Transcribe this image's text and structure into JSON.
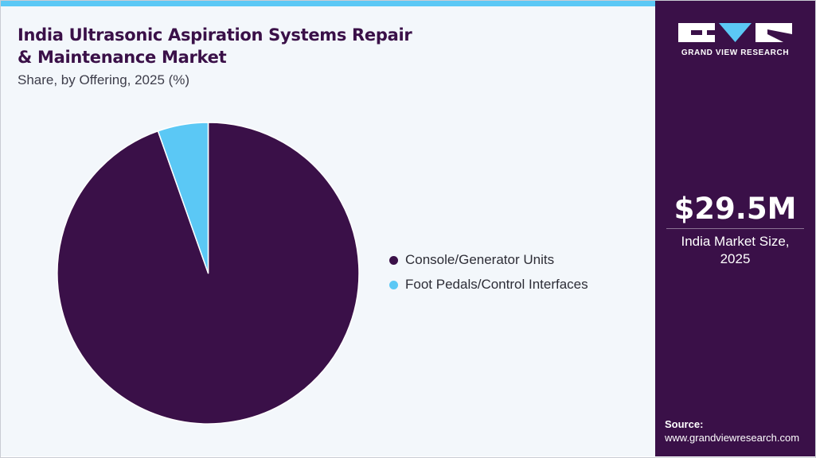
{
  "title_line1": "India Ultrasonic Aspiration Systems Repair",
  "title_line2": "& Maintenance Market",
  "subtitle": "Share, by Offering, 2025 (%)",
  "colors": {
    "primary": "#3a1048",
    "accent": "#5bc8f5"
  },
  "chart_data": {
    "type": "pie",
    "title": "India Ultrasonic Aspiration Systems Repair & Maintenance Market",
    "subtitle": "Share, by Offering, 2025 (%)",
    "categories": [
      "Console/Generator Units",
      "Foot Pedals/Control Interfaces"
    ],
    "values": [
      94.6,
      5.4
    ],
    "colors": [
      "#3a1048",
      "#5bc8f5"
    ],
    "start": "12 o'clock",
    "direction": "clockwise",
    "legend": "right"
  },
  "sidebar": {
    "logo_text": "GRAND VIEW RESEARCH",
    "market_size": "$29.5M",
    "market_size_label_line1": "India Market Size,",
    "market_size_label_line2": "2025",
    "source_label": "Source:",
    "source_url": "www.grandviewresearch.com"
  }
}
